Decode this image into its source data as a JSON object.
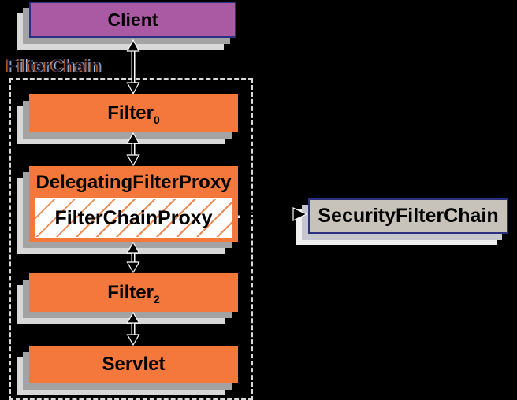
{
  "diagram": {
    "group_label": "FilterChain",
    "nodes": {
      "client": {
        "label": "Client"
      },
      "filter0": {
        "label": "Filter",
        "sub": "0"
      },
      "delegating_filter_proxy": {
        "label": "DelegatingFilterProxy"
      },
      "filter_chain_proxy": {
        "label": "FilterChainProxy"
      },
      "filter2": {
        "label": "Filter",
        "sub": "2"
      },
      "servlet": {
        "label": "Servlet"
      },
      "security_filter_chain": {
        "label": "SecurityFilterChain"
      }
    },
    "colors": {
      "background": "#000000",
      "orange": "#f4783b",
      "purple": "#aa5aa3",
      "tan": "#c7c3bb",
      "navy_border": "#2c3080",
      "shadow_mid": "#a3a3a3",
      "shadow_light": "#d8d8d8",
      "dashed_border": "#d9d9d9",
      "hatch": "#f08a50"
    }
  }
}
